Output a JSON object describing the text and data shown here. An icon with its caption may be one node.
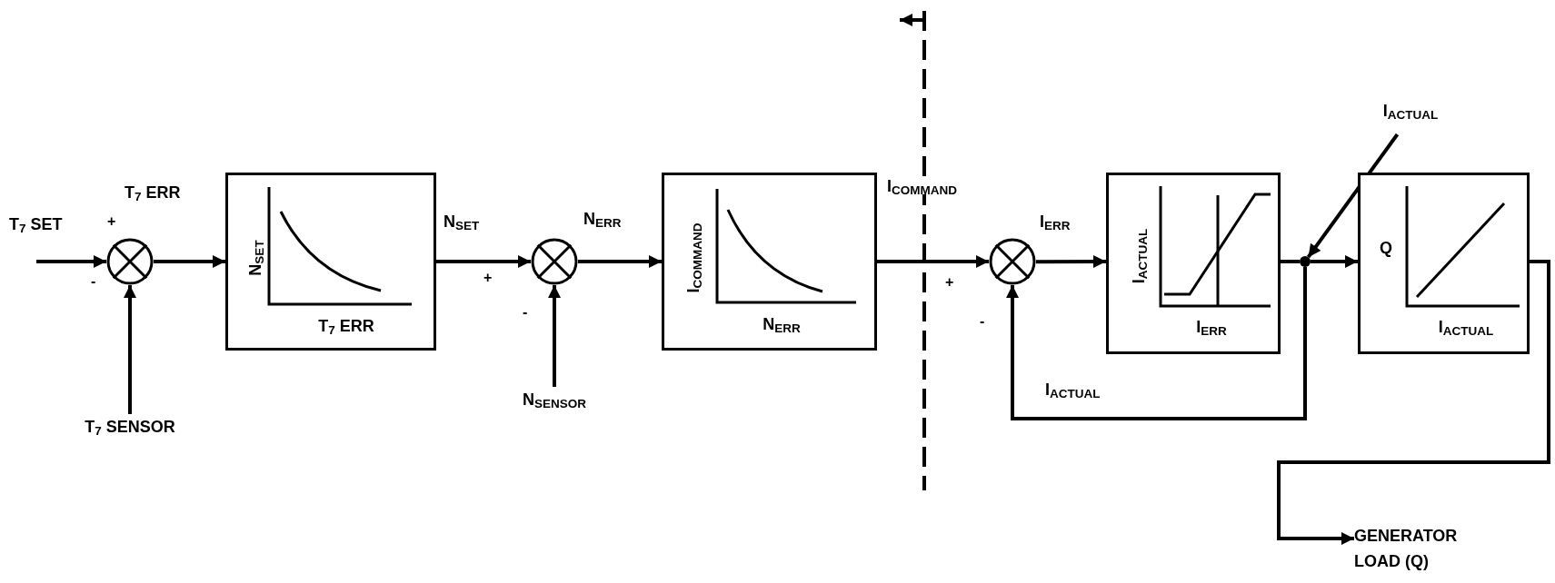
{
  "diagram": {
    "nodes": [
      {
        "text": [],
        "shape": "circle"
      },
      {
        "text": [
          "N$_{SET}$",
          "T$_{7}$ ERR"
        ]
      },
      {
        "text": [
          "T$_{7}$ SENSOR"
        ]
      },
      {
        "text": [],
        "shape": "circle"
      },
      {
        "text": [
          "N$_{SENSOR}$"
        ]
      },
      {
        "text": [
          "I$_{COMMAND}$",
          "N$_{ERR}$"
        ]
      },
      {
        "text": [],
        "shape": "circle"
      },
      {
        "text": [
          "I$_{ACTUAL}$",
          "I$_{ERR}$"
        ]
      },
      {
        "text": [
          "I$_{ACTUAL}$"
        ]
      },
      {
        "text": [],
        "shape": "circle"
      },
      {
        "text": [
          "Q",
          "I$_{ACTUAL}$"
        ]
      },
      {
        "text": [
          "GENERATOR LOAD (Q)"
        ]
      }
    ],
    "edges": [
      {
        "from": null,
        "to": 0,
        "arrow": "to",
        "label": "T$_{7}$ SET"
      },
      {
        "from": 0,
        "to": 1,
        "arrow": "to",
        "label": "T$_{7}$ ERR"
      },
      {
        "from": 2,
        "to": 0,
        "arrow": "to"
      },
      {
        "from": 1,
        "to": 3,
        "arrow": "to",
        "label": "N$_{SET}$"
      },
      {
        "from": 4,
        "to": 3,
        "arrow": "to"
      },
      {
        "from": 3,
        "to": 5,
        "arrow": "to",
        "label": "N$_{ERR}$"
      },
      {
        "from": 5,
        "to": 6,
        "arrow": "to",
        "label": "I$_{COMMAND}$"
      },
      {
        "from": 6,
        "to": 7,
        "arrow": "to",
        "label": "I$_{ERR}$"
      },
      {
        "from": 7,
        "to": 9,
        "arrow": "none"
      },
      {
        "from": 9,
        "to": 10,
        "arrow": "to"
      },
      {
        "from": 9,
        "to": 6,
        "arrow": "to",
        "label": "I$_{ACTUAL}$"
      },
      {
        "from": 8,
        "to": 9,
        "arrow": "to"
      },
      {
        "from": 10,
        "to": 11,
        "arrow": "to"
      }
    ],
    "labels": [
      "+",
      "-",
      "+",
      "-",
      "+",
      "-"
    ]
  }
}
